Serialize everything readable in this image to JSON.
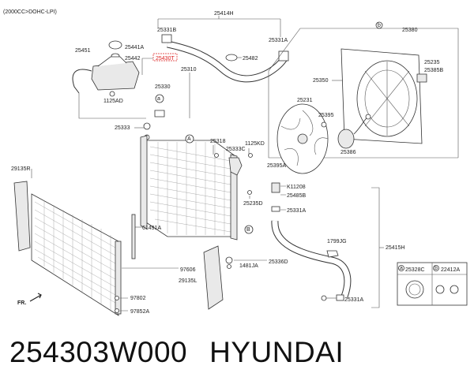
{
  "diagram": {
    "header_note": "(2000CC>DOHC-LPI)",
    "labels": {
      "p25414H": "25414H",
      "p25331B": "25331B",
      "p25331A_top": "25331A",
      "p25482": "25482",
      "p25380": "25380",
      "p25451": "25451",
      "p25441A": "25441A",
      "p25442": "25442",
      "p25430T": "25430T",
      "p25310": "25310",
      "p25330": "25330",
      "p1125AD": "1125AD",
      "p25333": "25333",
      "p25318": "25318",
      "p25333C": "25333C",
      "p1125KD": "1125KD",
      "p25235": "25235",
      "p25385B": "25385B",
      "p25350": "25350",
      "p25231": "25231",
      "p25395": "25395",
      "p25386": "25386",
      "p25395A": "25395A",
      "p29135R": "29135R",
      "pK11208": "K11208",
      "p25485B": "25485B",
      "p25235D": "25235D",
      "p25331A_mid": "25331A",
      "p61491A": "61491A",
      "p1799JG": "1799JG",
      "p25415H": "25415H",
      "p25336D": "25336D",
      "p1481JA": "1481JA",
      "p97606": "97606",
      "p29135L": "29135L",
      "p97802": "97802",
      "p97852A": "97852A",
      "p25331A_bot": "25331A",
      "p25328C": "25328C",
      "p22412A": "22412A",
      "fr": "FR."
    },
    "callouts": {
      "a": "a",
      "b": "b",
      "A": "A",
      "B": "B"
    }
  },
  "footer": {
    "part_number": "254303W000",
    "brand": "HYUNDAI"
  }
}
